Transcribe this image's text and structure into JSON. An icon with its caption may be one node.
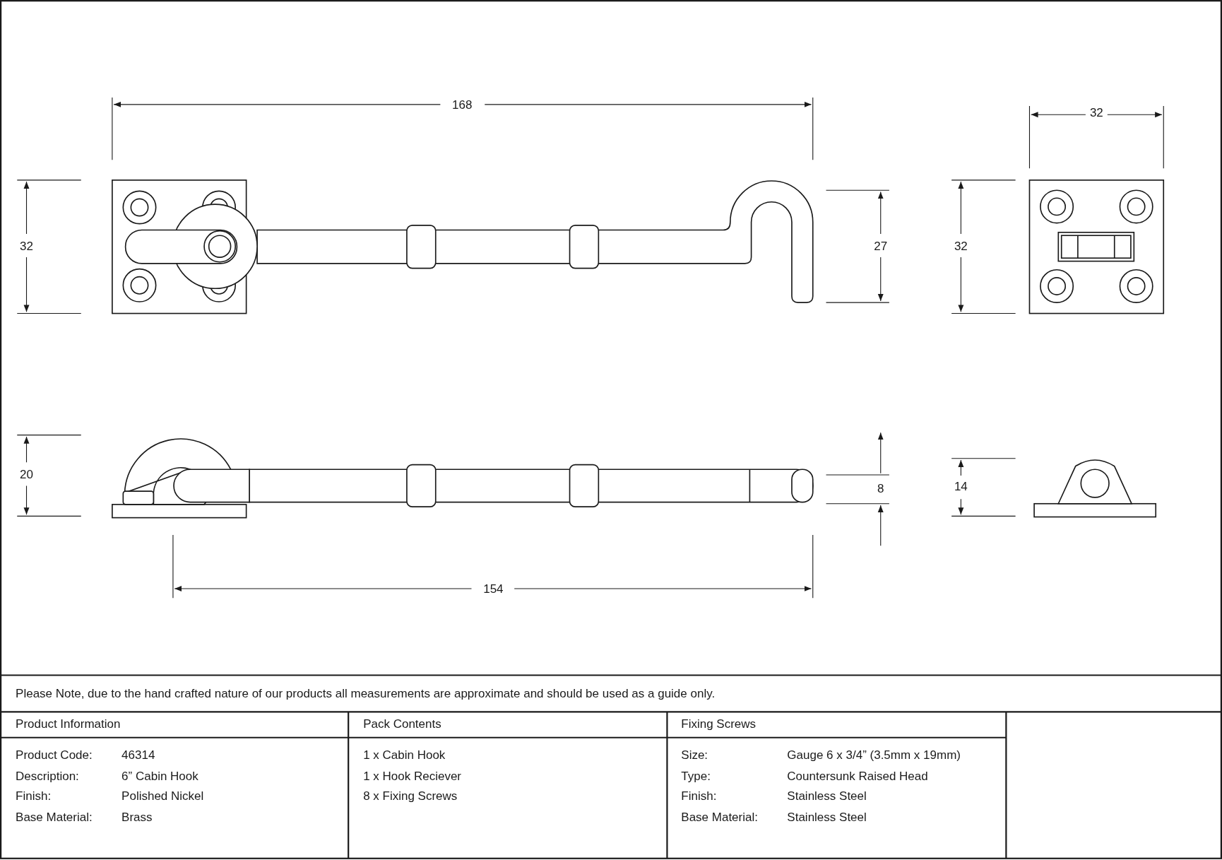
{
  "diagram": {
    "labels": [
      "168",
      "32",
      "32",
      "27",
      "32",
      "20",
      "8",
      "14",
      "154",
      "Please Note, due to the hand crafted nature of our products all measurements are approximate and should be used as a guide only.",
      "Product Information",
      "Pack Contents",
      "Fixing Screws",
      "Product Code:",
      "46314",
      "1 x Cabin Hook",
      "Size:",
      "Gauge 6 x 3/4” (3.5mm x 19mm)",
      "Description:",
      "6” Cabin Hook",
      "1 x Hook Reciever",
      "Type:",
      "Countersunk Raised Head",
      "Finish:",
      "Polished Nickel",
      "8 x Fixing Screws",
      "Finish:",
      "Stainless Steel",
      "Base Material:",
      "Brass",
      "Base Material:",
      "Stainless Steel"
    ]
  }
}
